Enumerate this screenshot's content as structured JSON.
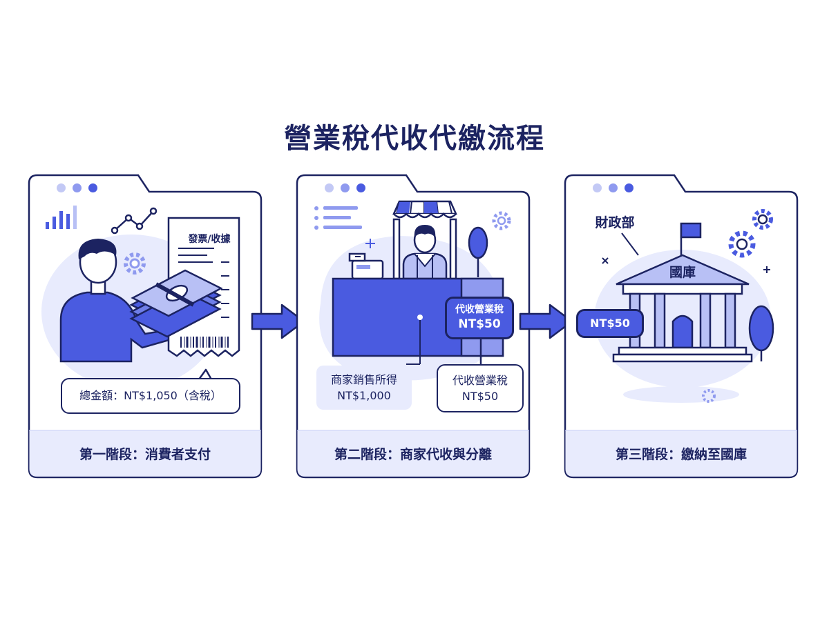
{
  "title": "營業稅代收代繳流程",
  "colors": {
    "navy": "#1c2361",
    "accent": "#4a5be0",
    "soft": "#e8ebfd",
    "mid": "#b8c0f5"
  },
  "stage1": {
    "receipt_title": "發票/收據",
    "total_label": "總金額：NT$1,050（含稅）",
    "footer": "第一階段：消費者支付",
    "icons": [
      "bar-chart-icon",
      "line-chart-icon",
      "gear-icon",
      "person-icon",
      "cash-stack-icon",
      "receipt-icon"
    ]
  },
  "stage2": {
    "tax_tag_line1": "代收營業稅",
    "tax_tag_line2": "NT$50",
    "income_line1": "商家銷售所得",
    "income_line2": "NT$1,000",
    "tax_box_line1": "代收營業稅",
    "tax_box_line2": "NT$50",
    "footer": "第二階段：商家代收與分離",
    "icons": [
      "list-icon",
      "gear-icon",
      "storefront-icon",
      "merchant-icon",
      "cash-register-icon",
      "tree-icon",
      "sparkle-icon"
    ]
  },
  "stage3": {
    "ministry": "財政部",
    "treasury": "國庫",
    "amount_tag": "NT$50",
    "footer": "第三階段：繳納至國庫",
    "icons": [
      "gear-icon",
      "building-icon",
      "flag-icon",
      "tree-icon",
      "sparkle-icon"
    ]
  }
}
